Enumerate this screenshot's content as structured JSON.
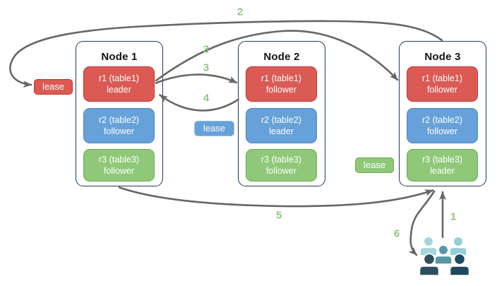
{
  "theme": {
    "canvas-bg": "#ffffff",
    "arrow-color": "#666666",
    "step-label-color": "#93c47d",
    "node-border": "#1e3a5f",
    "title-color": "#151515",
    "replica-text": "#ffffff",
    "red-fill": "#db5a54",
    "red-border": "#c5322c",
    "blue-fill": "#66a1d9",
    "blue-border": "#4e85c1",
    "green-fill": "#8fc878",
    "green-border": "#6dab51"
  },
  "nodes": [
    {
      "title": "Node 1",
      "replicas": [
        {
          "line1": "r1 (table1)",
          "line2": "leader",
          "color": "red"
        },
        {
          "line1": "r2 (table2)",
          "line2": "follower",
          "color": "blue"
        },
        {
          "line1": "r3 (table3)",
          "line2": "follower",
          "color": "green"
        }
      ]
    },
    {
      "title": "Node 2",
      "replicas": [
        {
          "line1": "r1 (table1)",
          "line2": "follower",
          "color": "red"
        },
        {
          "line1": "r2 (table2)",
          "line2": "leader",
          "color": "blue"
        },
        {
          "line1": "r3 (table3)",
          "line2": "follower",
          "color": "green"
        }
      ]
    },
    {
      "title": "Node 3",
      "replicas": [
        {
          "line1": "r1 (table1)",
          "line2": "follower",
          "color": "red"
        },
        {
          "line1": "r2 (table2)",
          "line2": "follower",
          "color": "blue"
        },
        {
          "line1": "r3 (table3)",
          "line2": "leader",
          "color": "green"
        }
      ]
    }
  ],
  "leases": [
    {
      "label": "lease",
      "color": "red"
    },
    {
      "label": "lease",
      "color": "blue"
    },
    {
      "label": "lease",
      "color": "green"
    }
  ],
  "steps": [
    {
      "label": "1"
    },
    {
      "label": "2"
    },
    {
      "label": "3"
    },
    {
      "label": "3"
    },
    {
      "label": "4"
    },
    {
      "label": "5"
    },
    {
      "label": "6"
    }
  ],
  "users_icon": {
    "colors": [
      "#a6d6db",
      "#95cfd6",
      "#5798a6",
      "#2d4f5e",
      "#1d4a5f"
    ]
  }
}
